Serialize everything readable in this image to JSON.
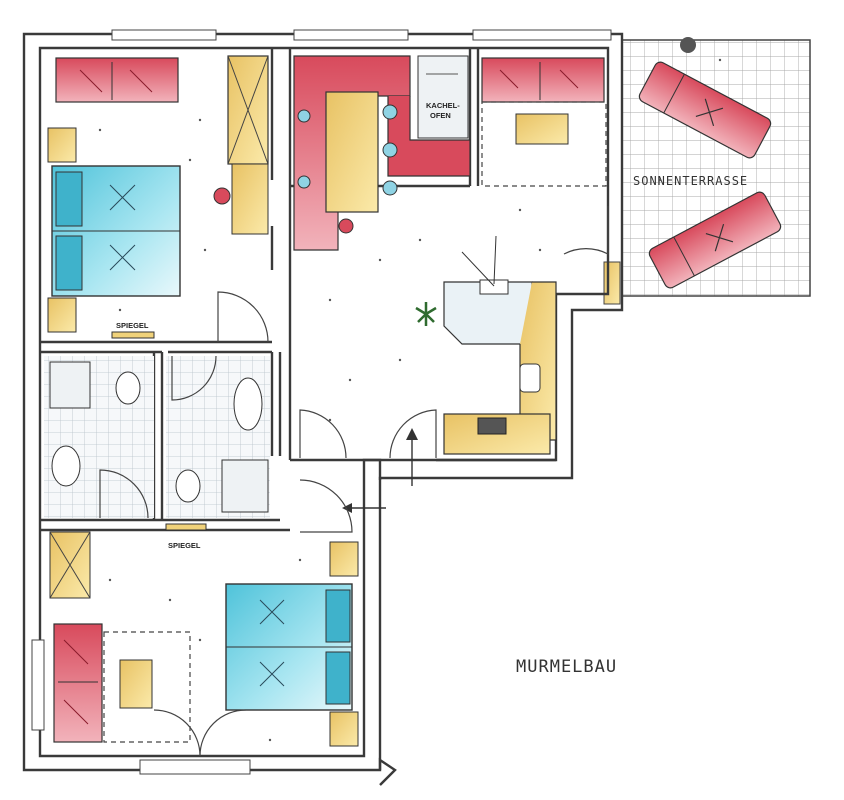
{
  "labels": {
    "tiled_stove": "KACHEL-\nOFEN",
    "tiled_stove_line1": "KACHEL-",
    "tiled_stove_line2": "OFEN",
    "sun_terrace": "SONNENTERRASSE",
    "mirror_top": "SPIEGEL",
    "mirror_bottom": "SPIEGEL",
    "apartment_name": "MURMELBAU"
  },
  "colors": {
    "wall": "#3a3a3a",
    "bed_blue": "#7fd6e6",
    "sofa_red": "#c9344a",
    "wood_yellow": "#f0d27a",
    "tile_grey": "#cfd6dc",
    "terrace_tile": "#b9b9b9",
    "plant_green": "#2f6b2f"
  },
  "icons": [
    "entrance-arrow-icon",
    "plant-icon",
    "sink-icon",
    "toilet-icon",
    "shower-icon",
    "lounger-icon",
    "stove-icon"
  ]
}
